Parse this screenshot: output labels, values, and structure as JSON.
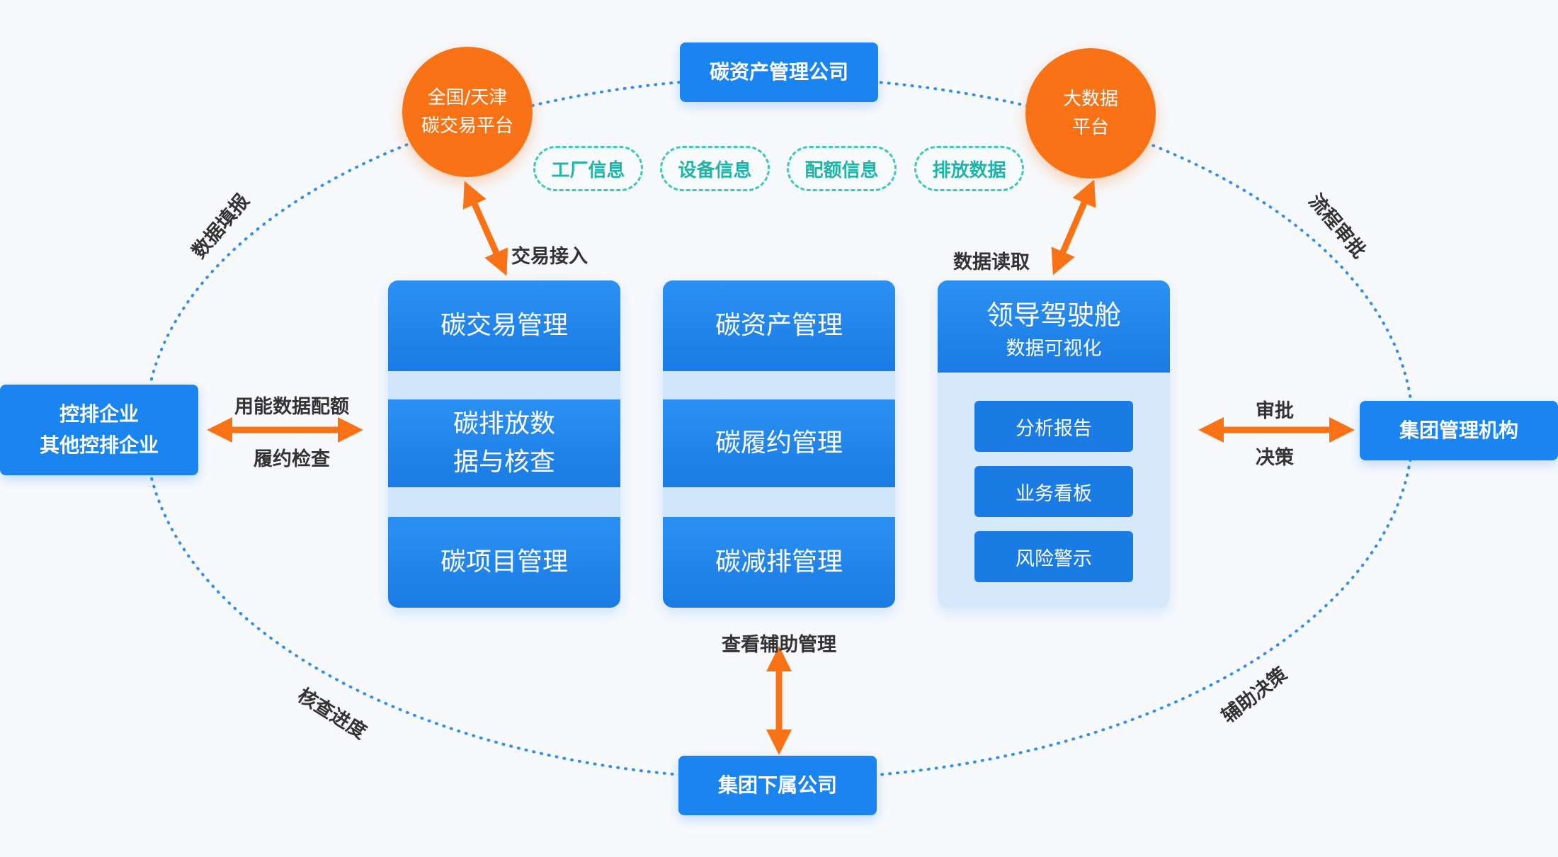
{
  "colors": {
    "primary": "#1a84f0",
    "accent": "#f97316",
    "teal": "#3ec7bc",
    "ring": "#1a84f0"
  },
  "circles": {
    "trading_platform": "全国/天津\n碳交易平台",
    "bigdata_platform": "大数据\n平台"
  },
  "nodes": {
    "top": "碳资产管理公司",
    "left": "控排企业\n其他控排企业",
    "right": "集团管理机构",
    "bottom": "集团下属公司"
  },
  "tags": [
    "工厂信息",
    "设备信息",
    "配额信息",
    "排放数据"
  ],
  "ring_labels": {
    "top_left": "数据填报",
    "top_right": "流程审批",
    "bottom_left": "核查进度",
    "bottom_right": "辅助决策"
  },
  "arrow_labels": {
    "trade_access": "交易接入",
    "data_read": "数据读取",
    "left_top": "用能数据配额",
    "left_bottom": "履约检查",
    "right_top": "审批",
    "right_bottom": "决策",
    "bottom": "查看辅助管理"
  },
  "columns": [
    [
      "碳交易管理",
      "碳排放数\n据与核查",
      "碳项目管理"
    ],
    [
      "碳资产管理",
      "碳履约管理",
      "碳减排管理"
    ]
  ],
  "cockpit": {
    "title": "领导驾驶舱",
    "subtitle": "数据可视化",
    "buttons": [
      "分析报告",
      "业务看板",
      "风险警示"
    ]
  }
}
